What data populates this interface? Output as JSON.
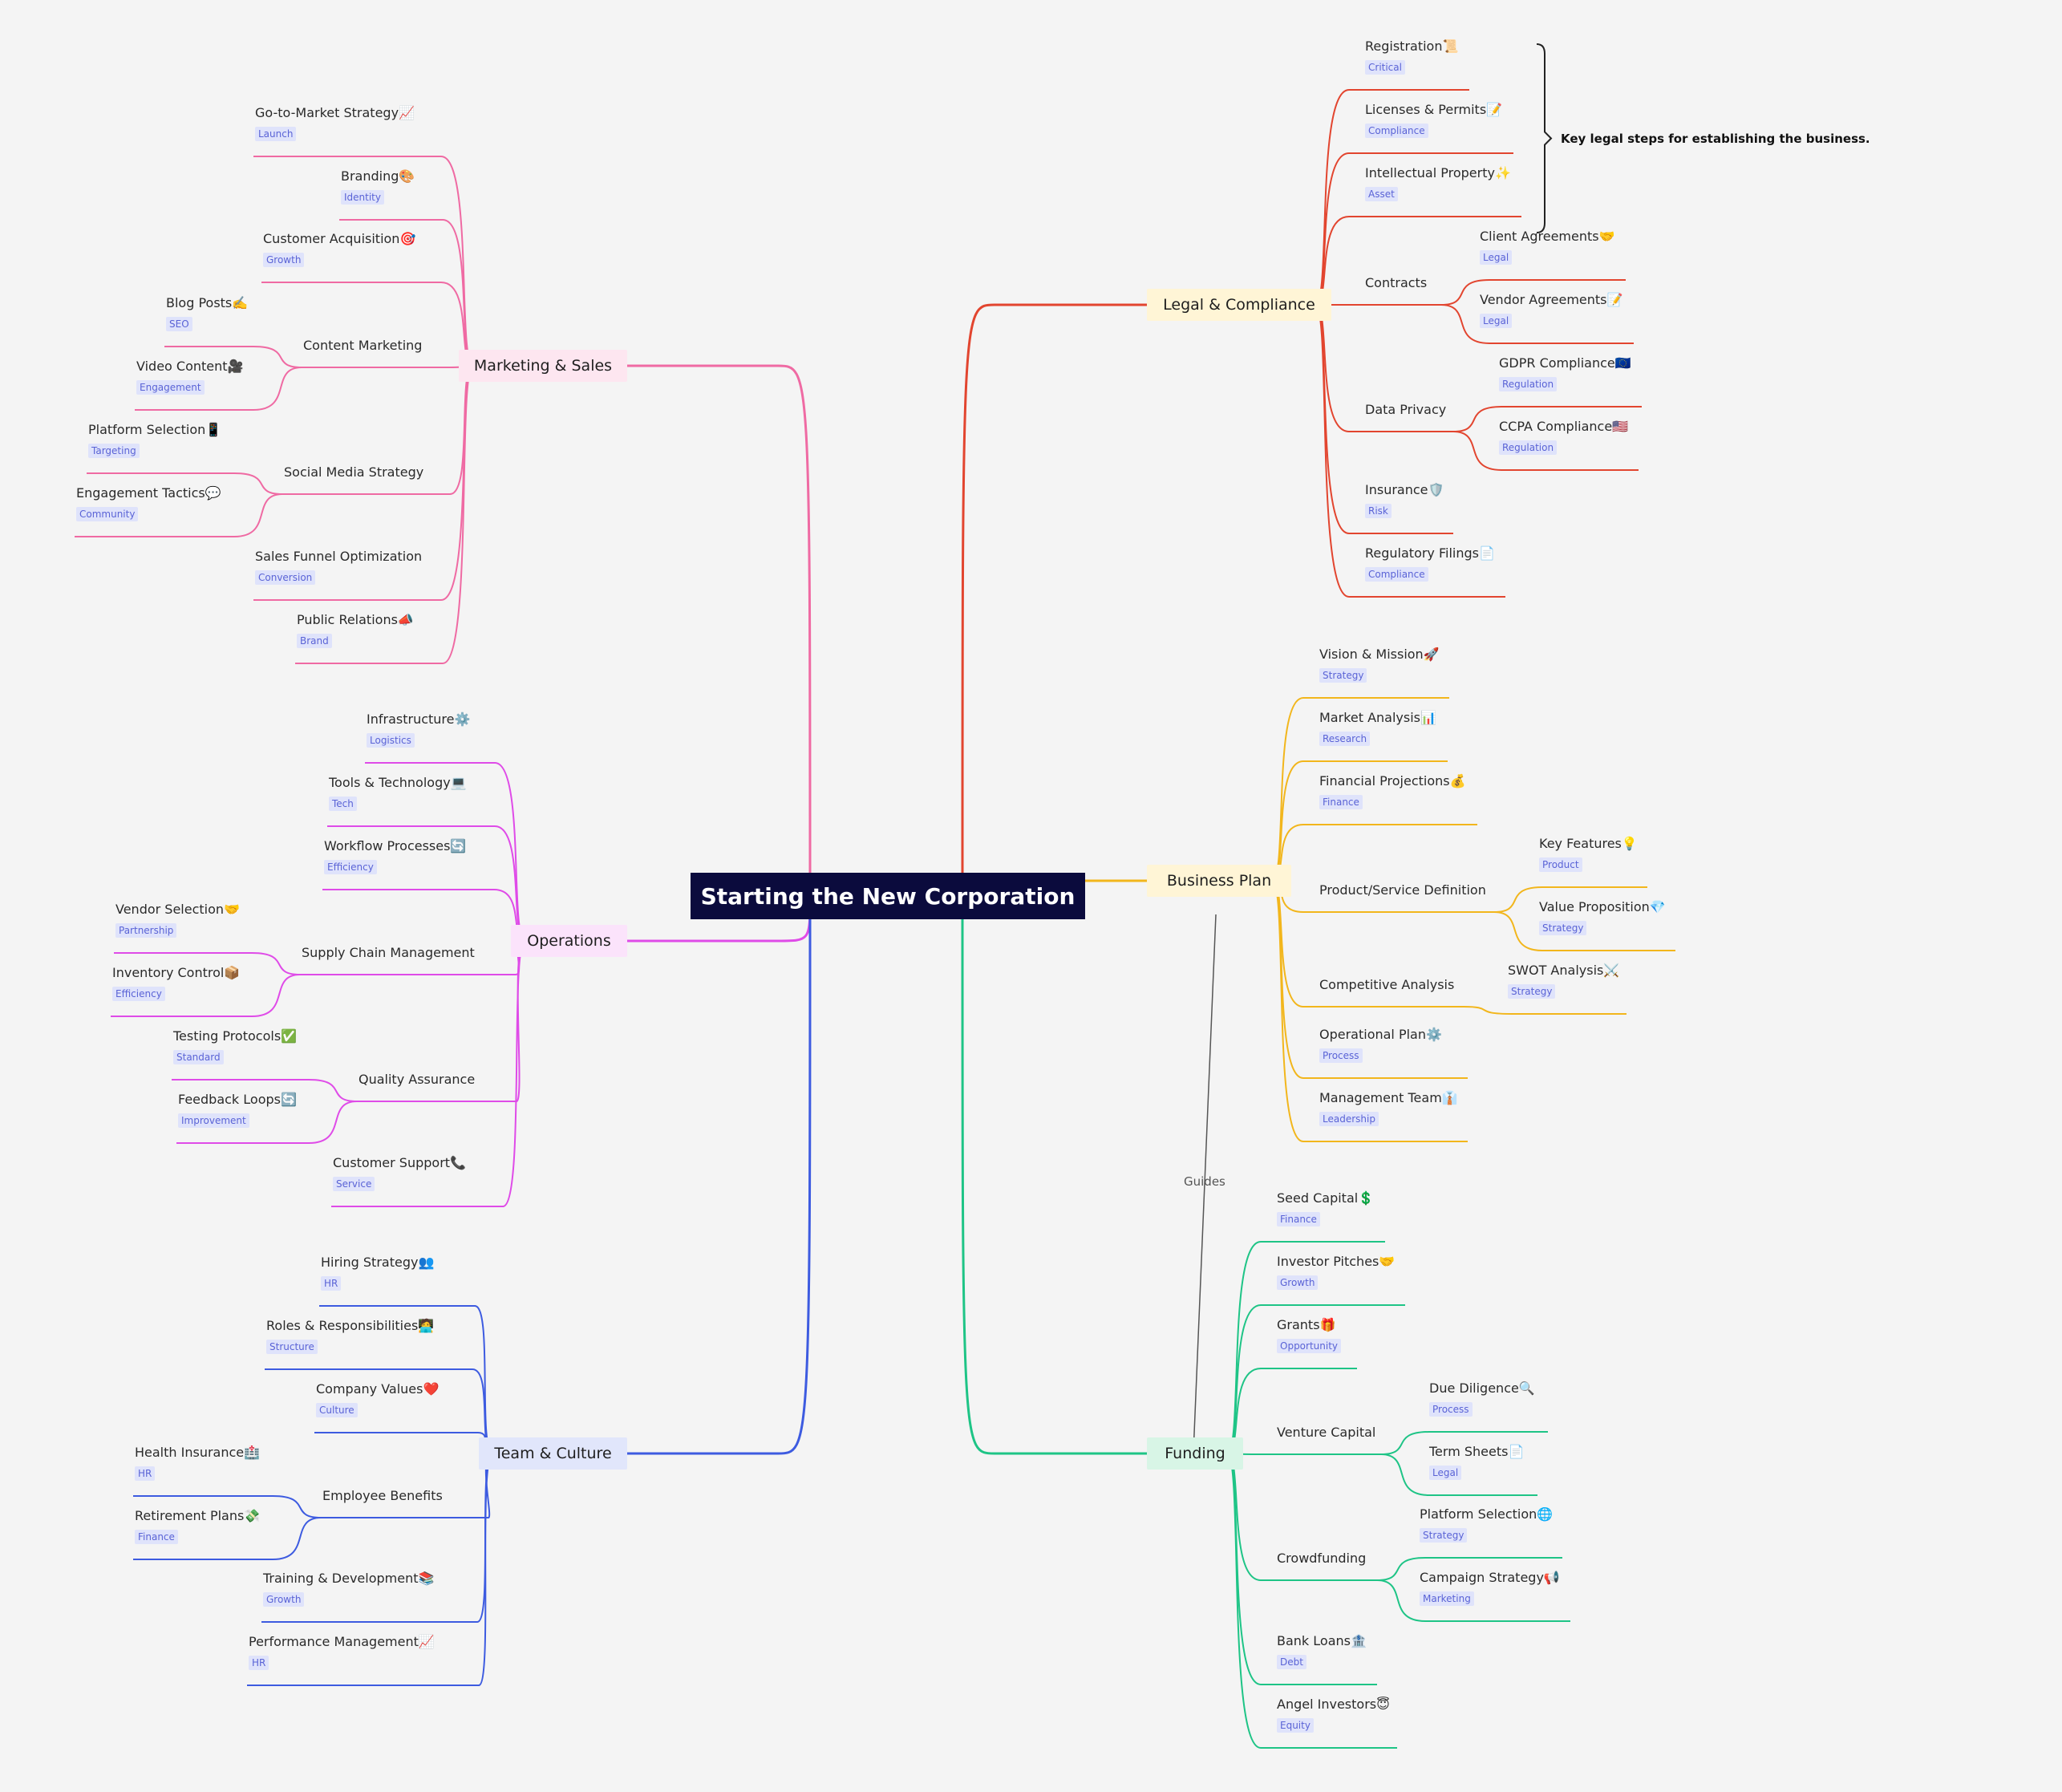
{
  "root": {
    "label": "Starting the New Corporation"
  },
  "colors": {
    "legal": "#e2452f",
    "business": "#f2b61c",
    "funding": "#1ec486",
    "marketing": "#ef6aa3",
    "operations": "#df4be8",
    "team": "#3d5be0",
    "tag_bg": "#dfe3fb",
    "tag_text": "#5a63d6"
  },
  "branches": [
    {
      "id": "legal",
      "label": "Legal & Compliance",
      "color": "#e2452f",
      "bg": "#fff5d6",
      "children": [
        {
          "label": "Registration📜",
          "tag": "Critical"
        },
        {
          "label": "Licenses & Permits📝",
          "tag": "Compliance"
        },
        {
          "label": "Intellectual Property✨",
          "tag": "Asset"
        },
        {
          "label": "Contracts",
          "children": [
            {
              "label": "Client Agreements🤝",
              "tag": "Legal"
            },
            {
              "label": "Vendor Agreements📝",
              "tag": "Legal"
            }
          ]
        },
        {
          "label": "Data Privacy",
          "children": [
            {
              "label": "GDPR Compliance🇪🇺",
              "tag": "Regulation"
            },
            {
              "label": "CCPA Compliance🇺🇸",
              "tag": "Regulation"
            }
          ]
        },
        {
          "label": "Insurance🛡️",
          "tag": "Risk"
        },
        {
          "label": "Regulatory Filings📄",
          "tag": "Compliance"
        }
      ]
    },
    {
      "id": "business",
      "label": "Business Plan",
      "color": "#f2b61c",
      "bg": "#fff5d6",
      "children": [
        {
          "label": "Vision & Mission🚀",
          "tag": "Strategy"
        },
        {
          "label": "Market Analysis📊",
          "tag": "Research"
        },
        {
          "label": "Financial Projections💰",
          "tag": "Finance"
        },
        {
          "label": "Product/Service Definition",
          "children": [
            {
              "label": "Key Features💡",
              "tag": "Product"
            },
            {
              "label": "Value Proposition💎",
              "tag": "Strategy"
            }
          ]
        },
        {
          "label": "Competitive Analysis",
          "children": [
            {
              "label": "SWOT Analysis⚔️",
              "tag": "Strategy"
            }
          ]
        },
        {
          "label": "Operational Plan⚙️",
          "tag": "Process"
        },
        {
          "label": "Management Team👔",
          "tag": "Leadership"
        }
      ]
    },
    {
      "id": "funding",
      "label": "Funding",
      "color": "#1ec486",
      "bg": "#d8f5e6",
      "children": [
        {
          "label": "Seed Capital💲",
          "tag": "Finance"
        },
        {
          "label": "Investor Pitches🤝",
          "tag": "Growth"
        },
        {
          "label": "Grants🎁",
          "tag": "Opportunity"
        },
        {
          "label": "Venture Capital",
          "children": [
            {
              "label": "Due Diligence🔍",
              "tag": "Process"
            },
            {
              "label": "Term Sheets📄",
              "tag": "Legal"
            }
          ]
        },
        {
          "label": "Crowdfunding",
          "children": [
            {
              "label": "Platform Selection🌐",
              "tag": "Strategy"
            },
            {
              "label": "Campaign Strategy📢",
              "tag": "Marketing"
            }
          ]
        },
        {
          "label": "Bank Loans🏦",
          "tag": "Debt"
        },
        {
          "label": "Angel Investors😇",
          "tag": "Equity"
        }
      ]
    },
    {
      "id": "marketing",
      "label": "Marketing & Sales",
      "color": "#ef6aa3",
      "bg": "#fde6f0",
      "children": [
        {
          "label": "Go-to-Market Strategy📈",
          "tag": "Launch"
        },
        {
          "label": "Branding🎨",
          "tag": "Identity"
        },
        {
          "label": "Customer Acquisition🎯",
          "tag": "Growth"
        },
        {
          "label": "Content Marketing",
          "children": [
            {
              "label": "Blog Posts✍️",
              "tag": "SEO"
            },
            {
              "label": "Video Content🎥",
              "tag": "Engagement"
            }
          ]
        },
        {
          "label": "Social Media Strategy",
          "children": [
            {
              "label": "Platform Selection📱",
              "tag": "Targeting"
            },
            {
              "label": "Engagement Tactics💬",
              "tag": "Community"
            }
          ]
        },
        {
          "label": "Sales Funnel Optimization",
          "tag": "Conversion"
        },
        {
          "label": "Public Relations📣",
          "tag": "Brand"
        }
      ]
    },
    {
      "id": "operations",
      "label": "Operations",
      "color": "#df4be8",
      "bg": "#fbe3fb",
      "children": [
        {
          "label": "Infrastructure⚙️",
          "tag": "Logistics"
        },
        {
          "label": "Tools & Technology💻",
          "tag": "Tech"
        },
        {
          "label": "Workflow Processes🔄",
          "tag": "Efficiency"
        },
        {
          "label": "Supply Chain Management",
          "children": [
            {
              "label": "Vendor Selection🤝",
              "tag": "Partnership"
            },
            {
              "label": "Inventory Control📦",
              "tag": "Efficiency"
            }
          ]
        },
        {
          "label": "Quality Assurance",
          "children": [
            {
              "label": "Testing Protocols✅",
              "tag": "Standard"
            },
            {
              "label": "Feedback Loops🔄",
              "tag": "Improvement"
            }
          ]
        },
        {
          "label": "Customer Support📞",
          "tag": "Service"
        }
      ]
    },
    {
      "id": "team",
      "label": "Team & Culture",
      "color": "#3d5be0",
      "bg": "#e1e6fb",
      "children": [
        {
          "label": "Hiring Strategy👥",
          "tag": "HR"
        },
        {
          "label": "Roles & Responsibilities🧑‍💻",
          "tag": "Structure"
        },
        {
          "label": "Company Values❤️",
          "tag": "Culture"
        },
        {
          "label": "Employee Benefits",
          "children": [
            {
              "label": "Health Insurance🏥",
              "tag": "HR"
            },
            {
              "label": "Retirement Plans💸",
              "tag": "Finance"
            }
          ]
        },
        {
          "label": "Training & Development📚",
          "tag": "Growth"
        },
        {
          "label": "Performance Management📈",
          "tag": "HR"
        }
      ]
    }
  ],
  "relation": {
    "from": "Business Plan",
    "to": "Funding",
    "label": "Guides"
  },
  "summary": {
    "label": "Key legal steps for establishing the business."
  }
}
